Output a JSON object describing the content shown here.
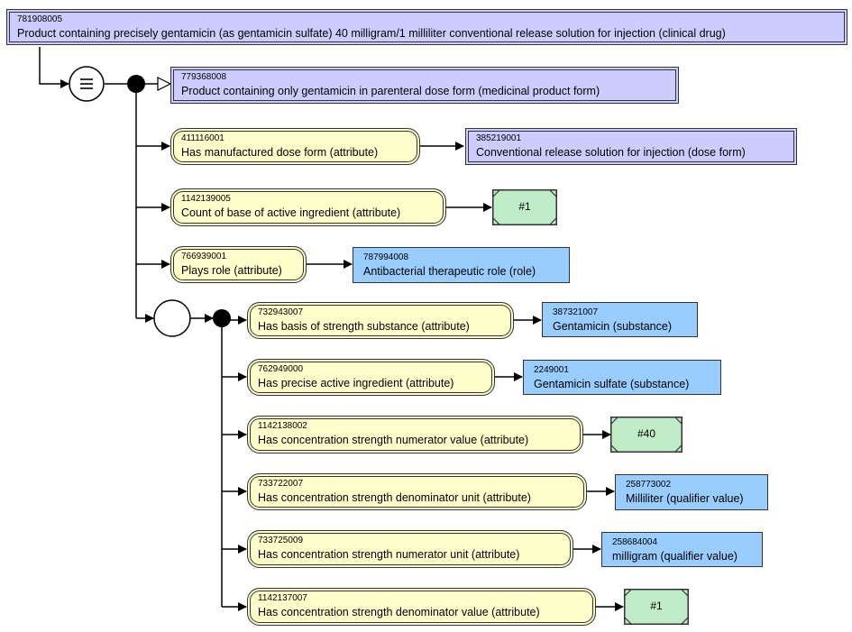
{
  "focus": {
    "code": "781908005",
    "label": "Product containing precisely gentamicin (as gentamicin sulfate) 40 milligram/1 milliliter conventional release solution for injection (clinical drug)"
  },
  "parent": {
    "code": "779368008",
    "label": "Product containing only gentamicin in parenteral dose form (medicinal product form)"
  },
  "attributes": [
    {
      "code": "411116001",
      "label": "Has manufactured dose form (attribute)",
      "target_code": "385219001",
      "target_label": "Conventional release solution for injection (dose form)"
    },
    {
      "code": "1142139005",
      "label": "Count of base of active ingredient (attribute)",
      "value": "#1"
    },
    {
      "code": "766939001",
      "label": "Plays role (attribute)",
      "target_code": "787994008",
      "target_label": "Antibacterial therapeutic role (role)"
    }
  ],
  "group": [
    {
      "code": "732943007",
      "label": "Has basis of strength substance (attribute)",
      "target_code": "387321007",
      "target_label": "Gentamicin (substance)"
    },
    {
      "code": "762949000",
      "label": "Has precise active ingredient (attribute)",
      "target_code": "2249001",
      "target_label": "Gentamicin sulfate (substance)"
    },
    {
      "code": "1142138002",
      "label": "Has concentration strength numerator value (attribute)",
      "value": "#40"
    },
    {
      "code": "733722007",
      "label": "Has concentration strength denominator unit (attribute)",
      "target_code": "258773002",
      "target_label": "Milliliter (qualifier value)"
    },
    {
      "code": "733725009",
      "label": "Has concentration strength numerator unit (attribute)",
      "target_code": "258684004",
      "target_label": "milligram (qualifier value)"
    },
    {
      "code": "1142137007",
      "label": "Has concentration strength denominator value (attribute)",
      "value": "#1"
    }
  ]
}
